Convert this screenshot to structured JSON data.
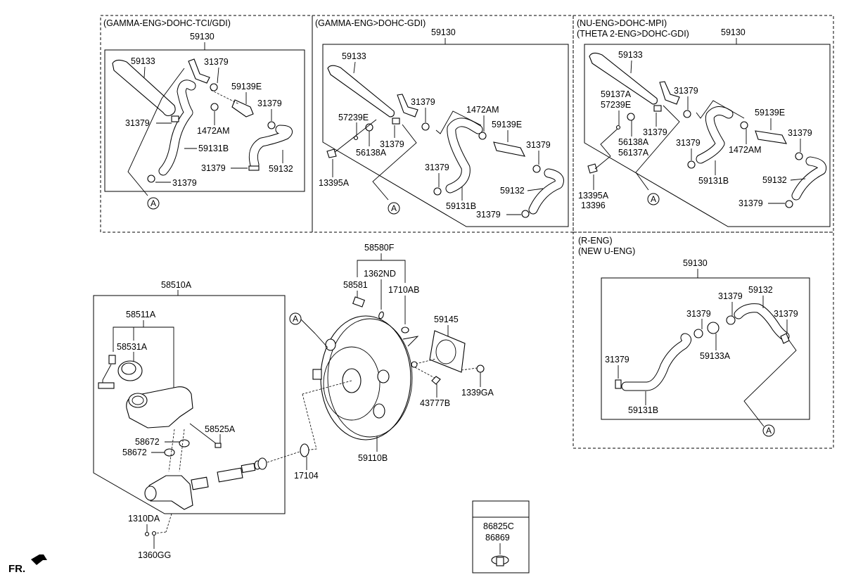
{
  "diagram": {
    "type": "exploded-parts-diagram",
    "subject": "Brake master cylinder & booster with vacuum hose assemblies",
    "direction_indicator": "FR.",
    "sections": [
      {
        "id": "gamma-tci",
        "headers": [
          "(GAMMA-ENG>DOHC-TCI/GDI)"
        ],
        "assembly": "59130",
        "labels": [
          "59133",
          "31379",
          "59139E",
          "31379",
          "31379",
          "1472AM",
          "59131B",
          "31379",
          "59132",
          "31379"
        ],
        "ref_marker": "A"
      },
      {
        "id": "gamma-gdi",
        "headers": [
          "(GAMMA-ENG>DOHC-GDI)"
        ],
        "assembly": "59130",
        "labels": [
          "59133",
          "57239E",
          "56138A",
          "31379",
          "31379",
          "1472AM",
          "59139E",
          "31379",
          "13395A",
          "31379",
          "59131B",
          "59132",
          "31379"
        ],
        "ref_marker": "A"
      },
      {
        "id": "nu-theta",
        "headers": [
          "(NU-ENG>DOHC-MPI)",
          "(THETA 2-ENG>DOHC-GDI)"
        ],
        "assembly": "59130",
        "labels": [
          "59133",
          "59137A",
          "57239E",
          "31379",
          "56138A",
          "56137A",
          "31379",
          "13395A",
          "13396",
          "31379",
          "59131B",
          "1472AM",
          "59139E",
          "31379",
          "59132",
          "31379"
        ],
        "ref_marker": "A"
      },
      {
        "id": "r-u",
        "headers": [
          "(R-ENG)",
          "(NEW U-ENG)"
        ],
        "assembly": "59130",
        "labels": [
          "59132",
          "31379",
          "31379",
          "31379",
          "59133A",
          "31379",
          "59131B"
        ],
        "ref_marker": "A"
      },
      {
        "id": "master-cylinder",
        "headers": [],
        "assembly": "58510A",
        "labels": [
          "58511A",
          "58531A",
          "58525A",
          "58672",
          "58672",
          "1310DA",
          "1360GG"
        ]
      },
      {
        "id": "booster",
        "headers": [],
        "assembly": "59110B",
        "labels": [
          "58580F",
          "1362ND",
          "58581",
          "1710AB",
          "59145",
          "1339GA",
          "43777B",
          "17104"
        ],
        "ref_marker": "A"
      },
      {
        "id": "clip-box",
        "headers": [],
        "labels": [
          "86825C",
          "86869"
        ]
      }
    ]
  },
  "labels": {
    "s1": {
      "hdr": "(GAMMA-ENG>DOHC-TCI/GDI)",
      "asm": "59130",
      "p59133": "59133",
      "c1": "31379",
      "p59139E": "59139E",
      "c2": "31379",
      "c3": "31379",
      "p1472AM": "1472AM",
      "p59131B": "59131B",
      "c4": "31379",
      "p59132": "59132",
      "c5": "31379",
      "ref": "A"
    },
    "s2": {
      "hdr": "(GAMMA-ENG>DOHC-GDI)",
      "asm": "59130",
      "p59133": "59133",
      "p57239E": "57239E",
      "p56138A": "56138A",
      "c1": "31379",
      "c2": "31379",
      "p1472AM": "1472AM",
      "p59139E": "59139E",
      "c3": "31379",
      "p13395A": "13395A",
      "c4": "31379",
      "p59131B": "59131B",
      "p59132": "59132",
      "c5": "31379",
      "ref": "A"
    },
    "s3": {
      "hdr1": "(NU-ENG>DOHC-MPI)",
      "hdr2": "(THETA 2-ENG>DOHC-GDI)",
      "asm": "59130",
      "p59133": "59133",
      "p59137A": "59137A",
      "p57239E": "57239E",
      "c1": "31379",
      "p56138A": "56138A",
      "p56137A": "56137A",
      "c2": "31379",
      "p13395A": "13395A",
      "p13396": "13396",
      "c3": "31379",
      "p59131B": "59131B",
      "p1472AM": "1472AM",
      "p59139E": "59139E",
      "c4": "31379",
      "p59132": "59132",
      "c5": "31379",
      "ref": "A"
    },
    "s4": {
      "hdr1": "(R-ENG)",
      "hdr2": "(NEW U-ENG)",
      "asm": "59130",
      "p59132": "59132",
      "c1": "31379",
      "c2": "31379",
      "c3": "31379",
      "p59133A": "59133A",
      "c4": "31379",
      "p59131B": "59131B",
      "ref": "A"
    },
    "mc": {
      "asm": "58510A",
      "p58511A": "58511A",
      "p58531A": "58531A",
      "p58525A": "58525A",
      "p58672a": "58672",
      "p58672b": "58672",
      "p1310DA": "1310DA",
      "p1360GG": "1360GG"
    },
    "bst": {
      "p58580F": "58580F",
      "p1362ND": "1362ND",
      "p58581": "58581",
      "p1710AB": "1710AB",
      "p59145": "59145",
      "p1339GA": "1339GA",
      "p43777B": "43777B",
      "p59110B": "59110B",
      "p17104": "17104",
      "ref": "A"
    },
    "clip": {
      "p86825C": "86825C",
      "p86869": "86869"
    },
    "fr": "FR."
  }
}
